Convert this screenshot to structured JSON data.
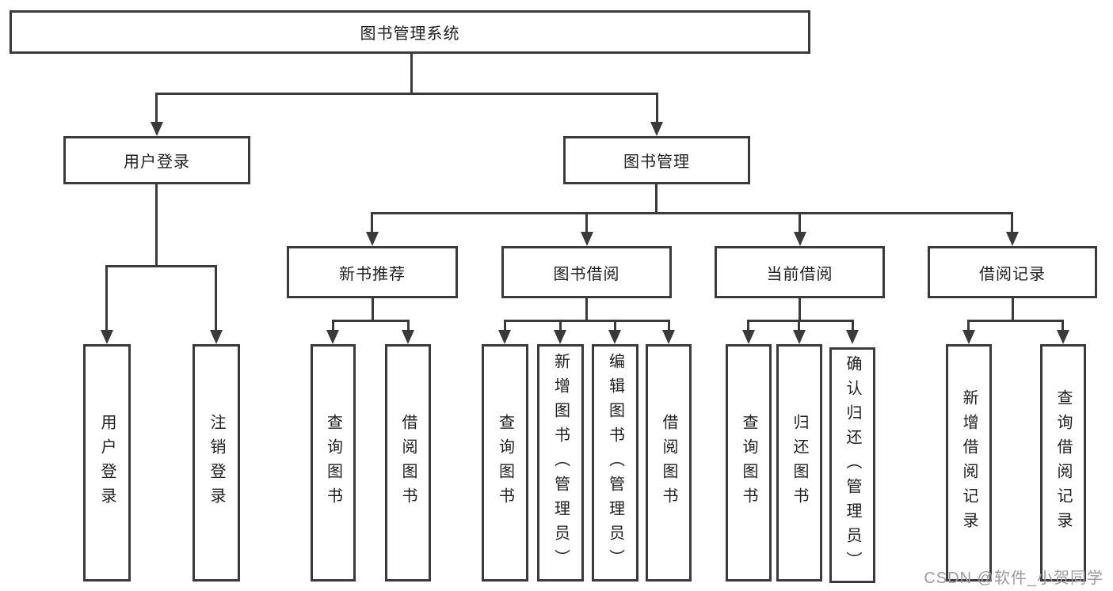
{
  "root": {
    "label": "图书管理系统"
  },
  "level2": {
    "user_login": "用户登录",
    "book_management": "图书管理"
  },
  "level3": {
    "new_book_recommend": "新书推荐",
    "book_borrowing": "图书借阅",
    "current_borrowing": "当前借阅",
    "borrowing_records": "借阅记录"
  },
  "level4": {
    "user_login_login": "用户登录",
    "user_login_logout": "注销登录",
    "recommend_query_books": "查询图书",
    "recommend_borrow_books": "借阅图书",
    "borrowing_query_books": "查询图书",
    "borrowing_add_books": "新增图书（管理员）",
    "borrowing_edit_books": "编辑图书（管理员）",
    "borrowing_borrow_books": "借阅图书",
    "current_query_books": "查询图书",
    "current_return_books": "归还图书",
    "current_confirm_return": "确认归还（管理员）",
    "records_add_record": "新增借阅记录",
    "records_query_record": "查询借阅记录"
  },
  "watermark": "CSDN @软件_小贺同学"
}
